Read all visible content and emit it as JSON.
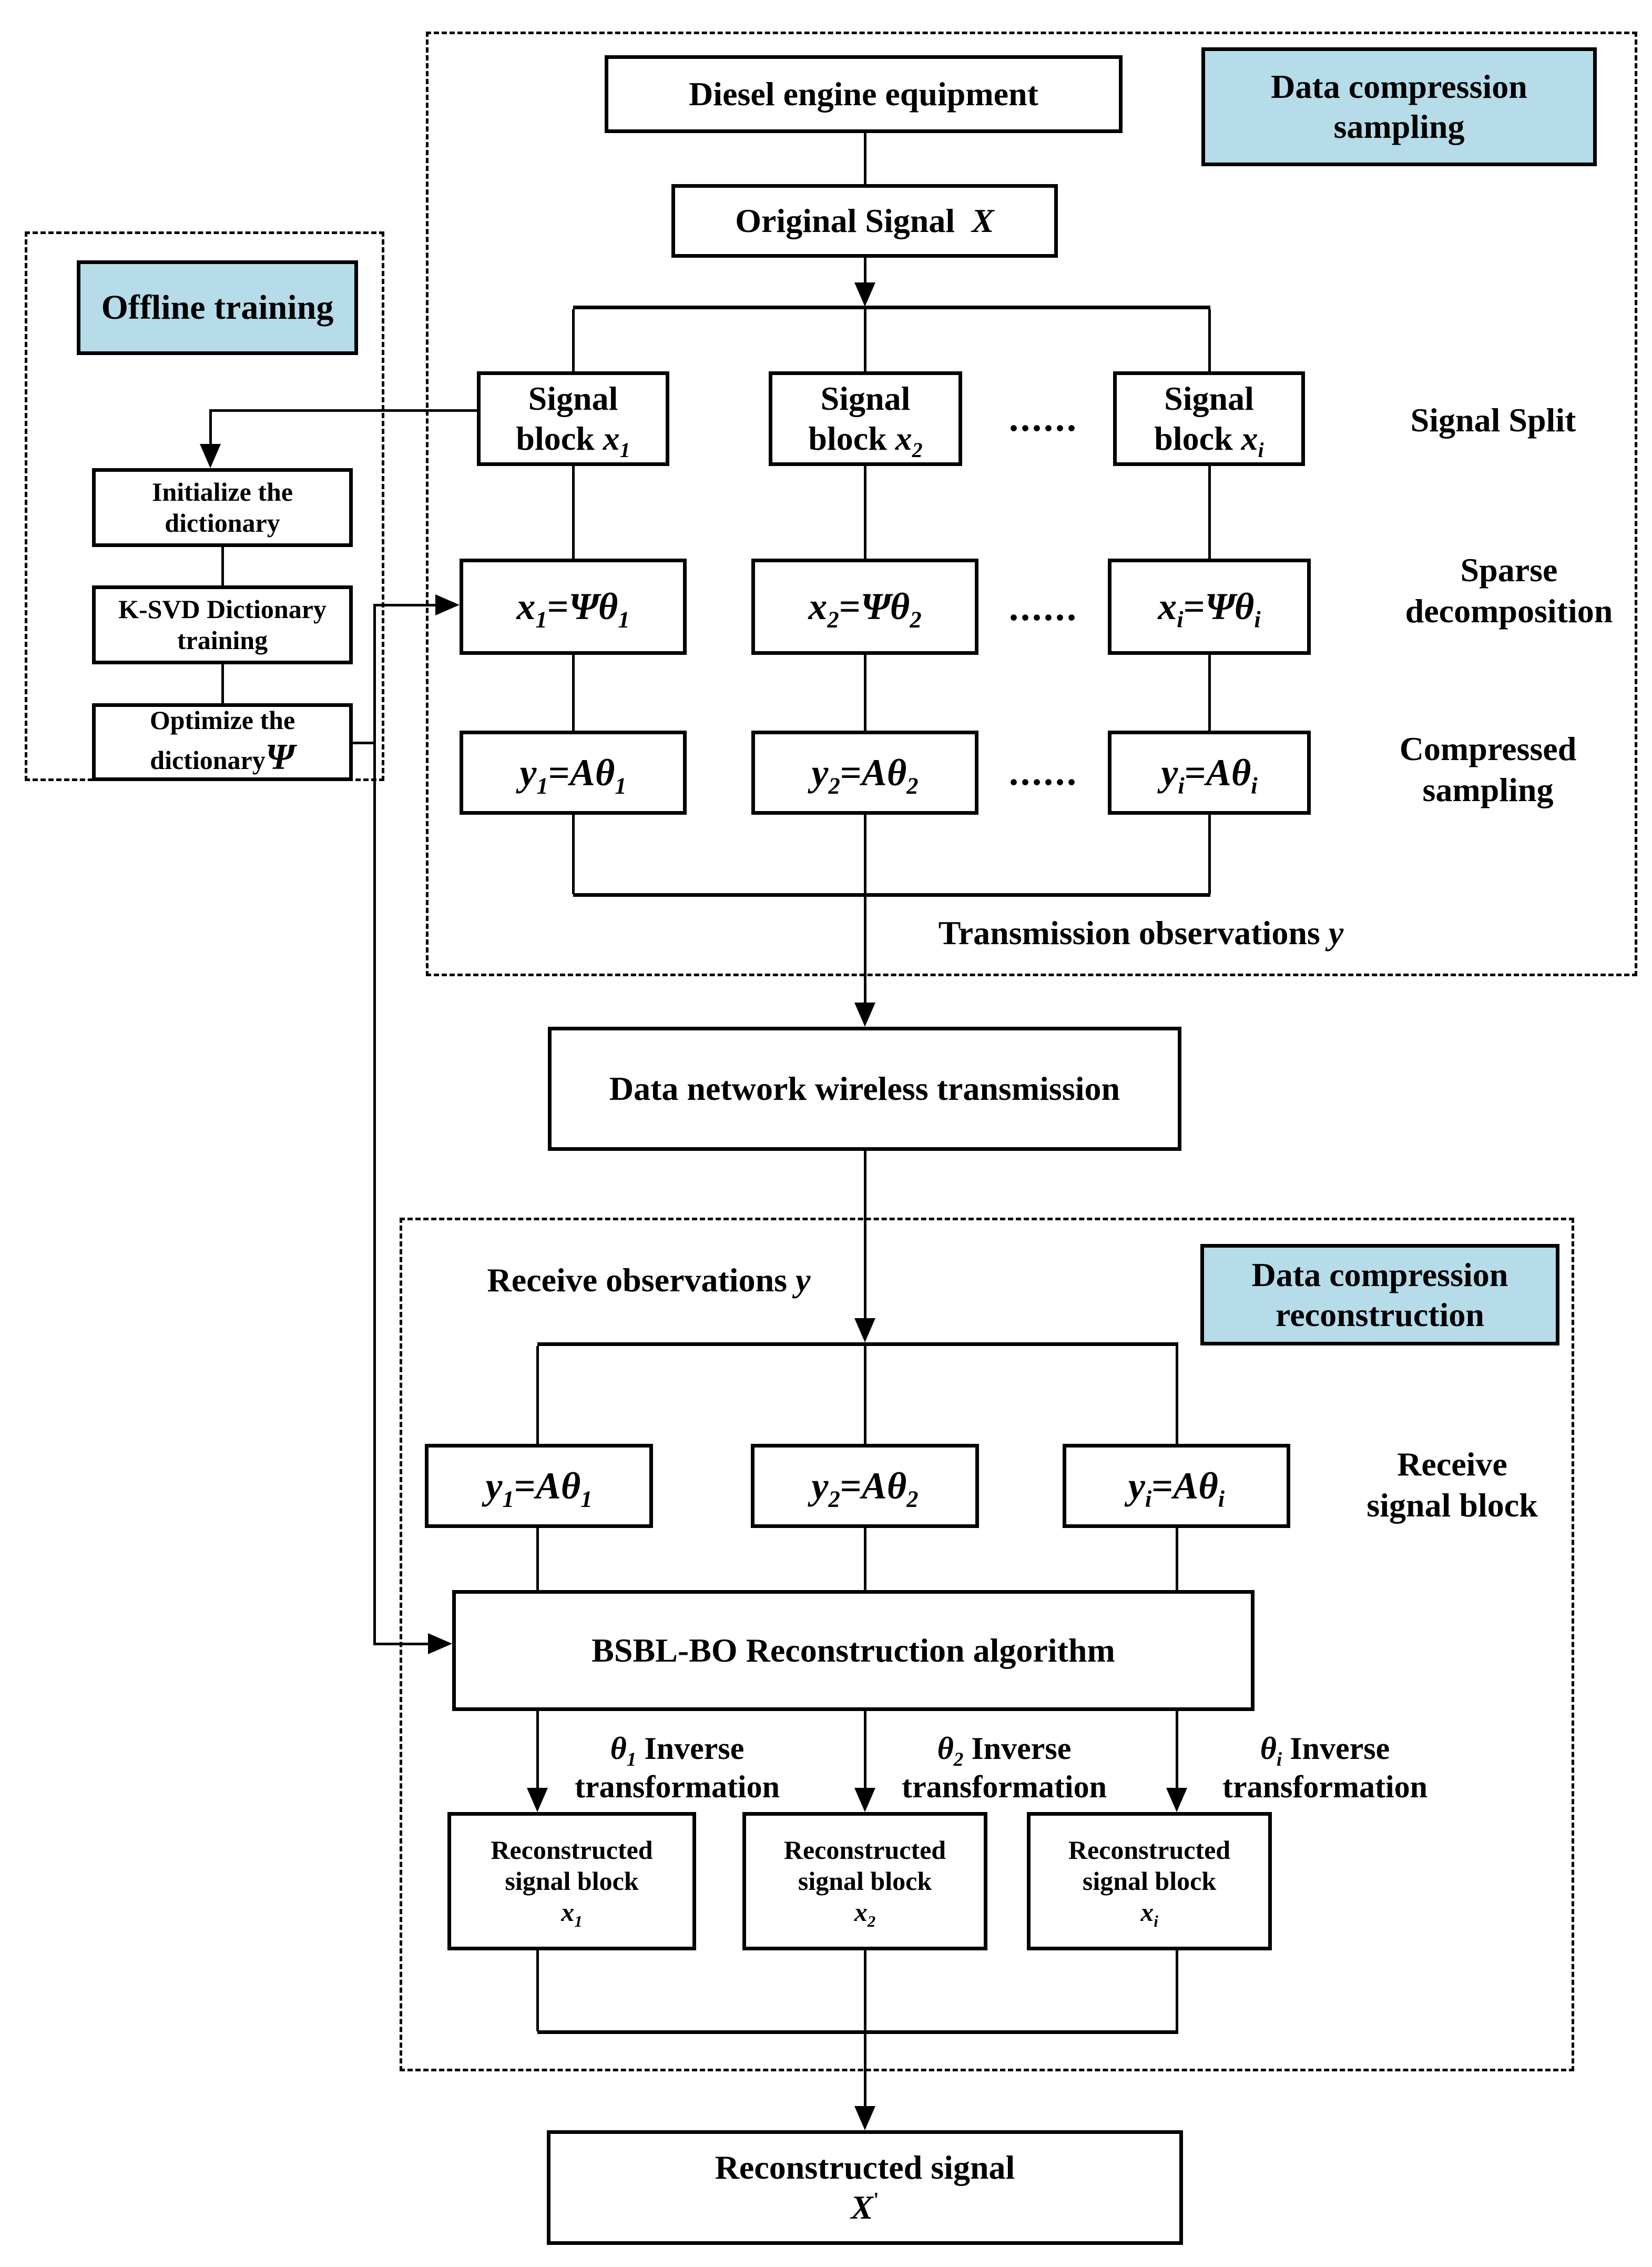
{
  "colors": {
    "highlight": "#b5dce8",
    "line": "#000000",
    "background": "#ffffff"
  },
  "sampling": {
    "tag": {
      "line1": "Data compression",
      "line2": "sampling"
    },
    "diesel": "Diesel engine equipment",
    "original": {
      "text": "Original Signal",
      "var": "X"
    },
    "signal_row": {
      "blocks": [
        {
          "line1": "Signal",
          "line2": "block",
          "var": "x",
          "sub": "1"
        },
        {
          "line1": "Signal",
          "line2": "block",
          "var": "x",
          "sub": "2"
        },
        {
          "line1": "Signal",
          "line2": "block",
          "var": "x",
          "sub": "i"
        }
      ],
      "dots": "......",
      "label": "Signal Split"
    },
    "sparse_row": {
      "blocks": [
        {
          "p1": "x",
          "s1": "1",
          "eq": "=",
          "p2": "Ψθ",
          "s2": "1"
        },
        {
          "p1": "x",
          "s1": "2",
          "eq": "=",
          "p2": "Ψθ",
          "s2": "2"
        },
        {
          "p1": "x",
          "s1": "i",
          "eq": "=",
          "p2": "Ψθ",
          "s2": "i"
        }
      ],
      "dots": "......",
      "label": {
        "line1": "Sparse",
        "line2": "decomposition"
      }
    },
    "compressed_row": {
      "blocks": [
        {
          "p1": "y",
          "s1": "1",
          "eq": "=",
          "p2": "Aθ",
          "s2": "1"
        },
        {
          "p1": "y",
          "s1": "2",
          "eq": "=",
          "p2": "Aθ",
          "s2": "2"
        },
        {
          "p1": "y",
          "s1": "i",
          "eq": "=",
          "p2": "Aθ",
          "s2": "i"
        }
      ],
      "dots": "......",
      "label": {
        "line1": "Compressed",
        "line2": "sampling"
      }
    },
    "transmission_note": {
      "text": "Transmission observations",
      "var": "y"
    }
  },
  "offline": {
    "tag": "Offline training",
    "step1": {
      "line1": "Initialize the",
      "line2": "dictionary"
    },
    "step2": {
      "line1": "K-SVD Dictionary",
      "line2": "training"
    },
    "step3": {
      "line1": "Optimize the",
      "line2": "dictionary",
      "var": "Ψ"
    }
  },
  "transmission_box": "Data network wireless transmission",
  "reconstruction": {
    "tag": {
      "line1": "Data compression",
      "line2": "reconstruction"
    },
    "receive_note": {
      "text": "Receive observations",
      "var": "y"
    },
    "receive_row": {
      "blocks": [
        {
          "p1": "y",
          "s1": "1",
          "eq": "=",
          "p2": "Aθ",
          "s2": "1"
        },
        {
          "p1": "y",
          "s1": "2",
          "eq": "=",
          "p2": "Aθ",
          "s2": "2"
        },
        {
          "p1": "y",
          "s1": "i",
          "eq": "=",
          "p2": "Aθ",
          "s2": "i"
        }
      ],
      "label": {
        "line1": "Receive",
        "line2": "signal block"
      }
    },
    "algorithm": "BSBL-BO Reconstruction algorithm",
    "inverse_labels": [
      {
        "theta": "θ",
        "sub": "1",
        "line1": "Inverse",
        "line2": "transformation"
      },
      {
        "theta": "θ",
        "sub": "2",
        "line1": "Inverse",
        "line2": "transformation"
      },
      {
        "theta": "θ",
        "sub": "i",
        "line1": "Inverse",
        "line2": "transformation"
      }
    ],
    "blocks": [
      {
        "line1": "Reconstructed",
        "line2": "signal block",
        "var": "x",
        "sub": "1"
      },
      {
        "line1": "Reconstructed",
        "line2": "signal block",
        "var": "x",
        "sub": "2"
      },
      {
        "line1": "Reconstructed",
        "line2": "signal block",
        "var": "x",
        "sub": "i"
      }
    ]
  },
  "output": {
    "line1": "Reconstructed signal",
    "var": "X",
    "prime": "'"
  }
}
